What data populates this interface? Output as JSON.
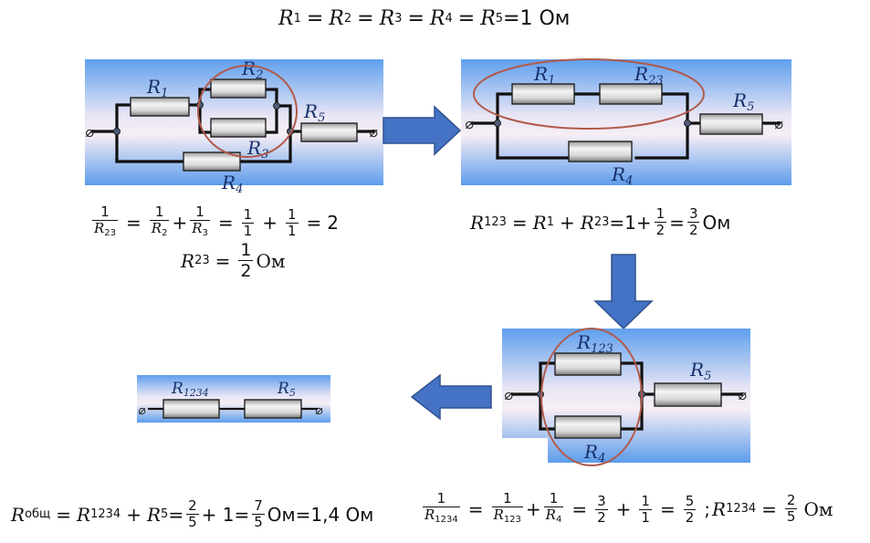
{
  "header": {
    "equation_text": "R1 = R2 = R3 = R4 = R5 = 1 Ом",
    "symbols": [
      "R",
      "R",
      "R",
      "R",
      "R"
    ],
    "subs": [
      "1",
      "2",
      "3",
      "4",
      "5"
    ],
    "equals": "=",
    "value": "=1 Ом"
  },
  "colors": {
    "panel_top": "#6aaaf0",
    "panel_mid": "#f3eef6",
    "panel_bottom": "#6aa6ee",
    "resistor_light": "#f2f2f2",
    "resistor_dark": "#8e8e8e",
    "label": "#17306a",
    "highlight_ellipse": "#b15a4a",
    "arrow_fill": "#4472c4",
    "arrow_stroke": "#2f528f"
  },
  "terminal_symbol": "⌀",
  "circuits": [
    {
      "id": "circuit-1",
      "description": "R1 in series with (R2 || R3), that branch parallel to R4, then series R5",
      "labels": {
        "r1": {
          "base": "R",
          "sub": "1"
        },
        "r2": {
          "base": "R",
          "sub": "2"
        },
        "r3": {
          "base": "R",
          "sub": "3"
        },
        "r4": {
          "base": "R",
          "sub": "4"
        },
        "r5": {
          "base": "R",
          "sub": "5"
        }
      },
      "highlight": "R2 || R3"
    },
    {
      "id": "circuit-2",
      "description": "R1 in series with R23, parallel to R4, then series R5",
      "labels": {
        "r1": {
          "base": "R",
          "sub": "1"
        },
        "r23": {
          "base": "R",
          "sub": "23"
        },
        "r4": {
          "base": "R",
          "sub": "4"
        },
        "r5": {
          "base": "R",
          "sub": "5"
        }
      },
      "highlight": "R1 + R23"
    },
    {
      "id": "circuit-3",
      "description": "R123 parallel R4, then series R5",
      "labels": {
        "r123": {
          "base": "R",
          "sub": "123"
        },
        "r4": {
          "base": "R",
          "sub": "4"
        },
        "r5": {
          "base": "R",
          "sub": "5"
        }
      },
      "highlight": "R123 || R4"
    },
    {
      "id": "circuit-4",
      "description": "R1234 in series with R5",
      "labels": {
        "r1234": {
          "base": "R",
          "sub": "1234"
        },
        "r5": {
          "base": "R",
          "sub": "5"
        }
      }
    }
  ],
  "arrows": [
    {
      "direction": "right",
      "from": "circuit-1",
      "to": "circuit-2"
    },
    {
      "direction": "down",
      "from": "circuit-2",
      "to": "circuit-3"
    },
    {
      "direction": "left",
      "from": "circuit-3",
      "to": "circuit-4"
    }
  ],
  "equations": {
    "eq_r23_recip": {
      "lhs_num": "1",
      "lhs_den_base": "R",
      "lhs_den_sub": "23",
      "t1_num": "1",
      "t1_den_base": "R",
      "t1_den_sub": "2",
      "plus": "+",
      "t2_num": "1",
      "t2_den_base": "R",
      "t2_den_sub": "3",
      "eq": "=",
      "n1_num": "1",
      "n1_den": "1",
      "n2_num": "1",
      "n2_den": "1",
      "result": "2"
    },
    "eq_r23": {
      "base": "R",
      "sub": "23",
      "eq": "=",
      "num": "1",
      "den": "2",
      "unit": "Ом"
    },
    "eq_r123": {
      "base": "R",
      "sub": "123",
      "eq": "=",
      "t1_base": "R",
      "t1_sub": "1",
      "plus": "+",
      "t2_base": "R",
      "t2_sub": "23",
      "expr": "=1+",
      "f1_num": "1",
      "f1_den": "2",
      "eq2": "=",
      "f2_num": "3",
      "f2_den": "2",
      "unit": "Ом"
    },
    "eq_r1234_recip": {
      "lhs_num": "1",
      "lhs_den_base": "R",
      "lhs_den_sub": "1234",
      "eq": "=",
      "t1_num": "1",
      "t1_den_base": "R",
      "t1_den_sub": "123",
      "plus": "+",
      "t2_num": "1",
      "t2_den_base": "R",
      "t2_den_sub": "4",
      "n1_num": "3",
      "n1_den": "2",
      "n2_num": "1",
      "n2_den": "1",
      "r_num": "5",
      "r_den": "2",
      "sep": ";"
    },
    "eq_r1234": {
      "base": "R",
      "sub": "1234",
      "eq": "=",
      "num": "2",
      "den": "5",
      "unit": "Ом"
    },
    "eq_total": {
      "base": "R",
      "sub": "общ",
      "eq": "=",
      "t1_base": "R",
      "t1_sub": "1234",
      "plus": "+",
      "t2_base": "R",
      "t2_sub": "5",
      "eq2": "=",
      "f1_num": "2",
      "f1_den": "5",
      "plus2": "+ 1=",
      "f2_num": "7",
      "f2_den": "5",
      "tail": "Ом=1,4 Ом"
    }
  }
}
